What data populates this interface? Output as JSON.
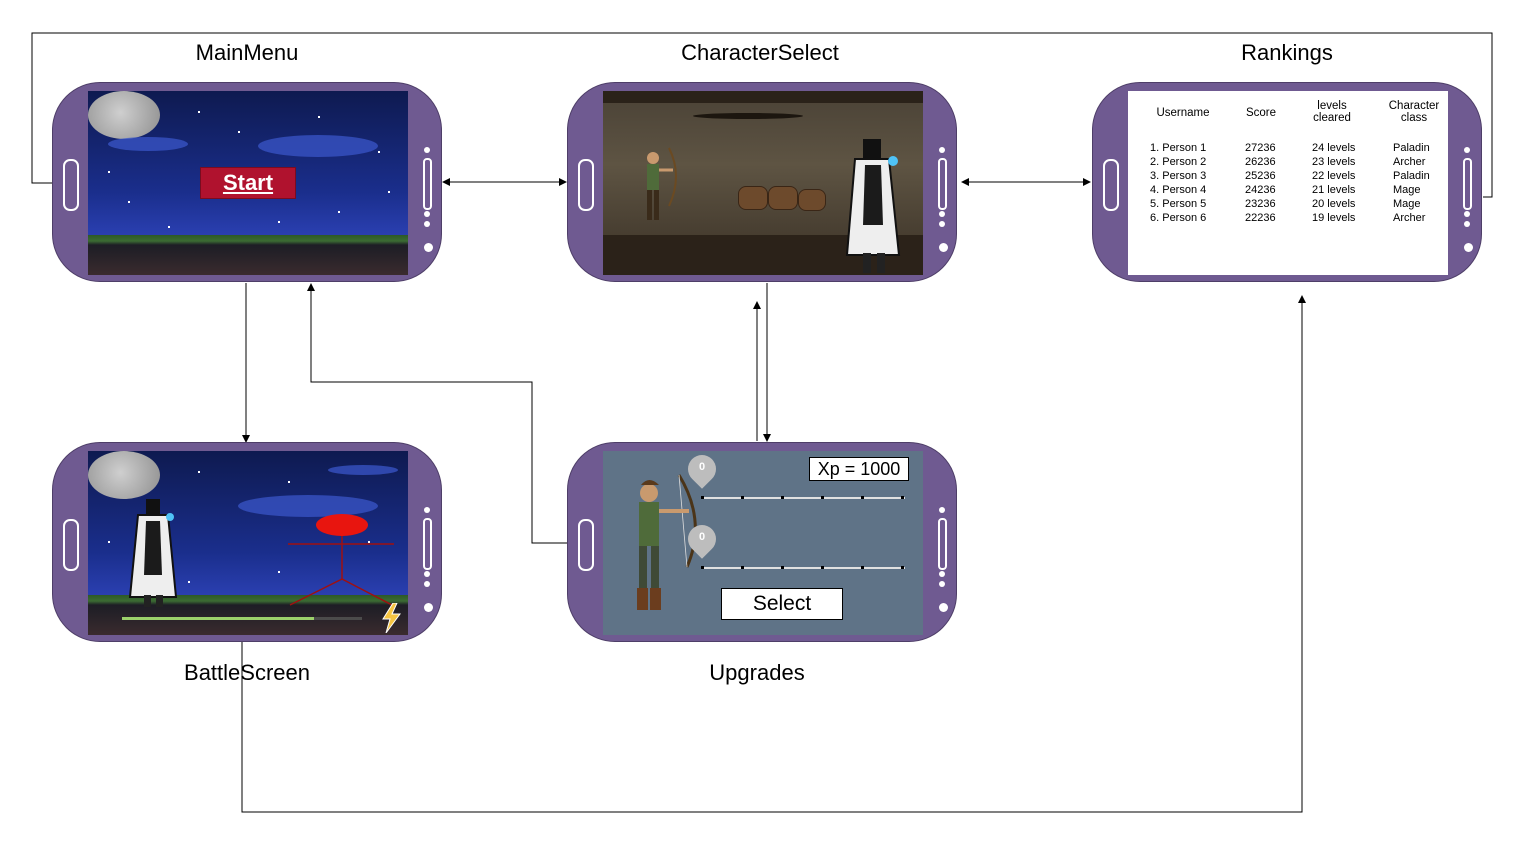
{
  "labels": {
    "main_menu": "MainMenu",
    "character_select": "CharacterSelect",
    "rankings": "Rankings",
    "battle_screen": "BattleScreen",
    "upgrades": "Upgrades"
  },
  "main_menu": {
    "start_label": "Start"
  },
  "rankings": {
    "headers": [
      "Username",
      "Score",
      "levels cleared",
      "Character class"
    ],
    "rows": [
      [
        "1. Person 1",
        "27236",
        "24 levels",
        "Paladin"
      ],
      [
        "2. Person 2",
        "26236",
        "23 levels",
        "Archer"
      ],
      [
        "3. Person 3",
        "25236",
        "22 levels",
        "Paladin"
      ],
      [
        "4. Person 4",
        "24236",
        "21 levels",
        "Mage"
      ],
      [
        "5. Person 5",
        "23236",
        "20 levels",
        "Mage"
      ],
      [
        "6. Person 6",
        "22236",
        "19 levels",
        "Archer"
      ]
    ]
  },
  "upgrades": {
    "xp_label": "Xp = 1000",
    "slider1_value": "0",
    "slider2_value": "0",
    "select_label": "Select"
  },
  "colors": {
    "phone_body": "#6f5a91",
    "start_button": "#b0122e",
    "battle_enemy": "#e8150f",
    "upgrades_bg": "#5f7387"
  }
}
